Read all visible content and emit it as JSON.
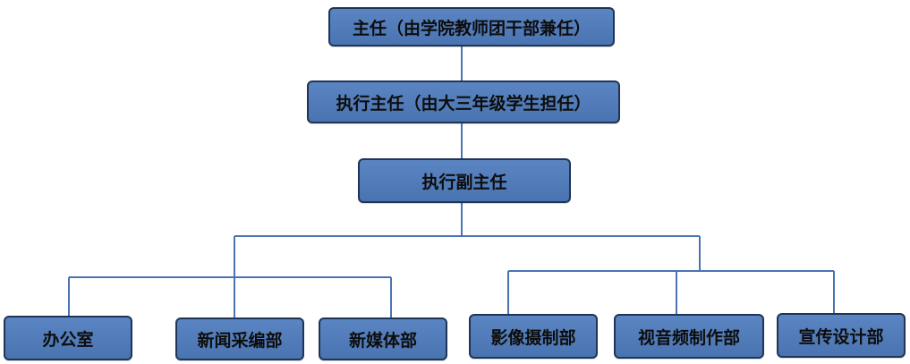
{
  "org_chart": {
    "director": "主任（由学院教师团干部兼任）",
    "executive_director": "执行主任（由大三年级学生担任）",
    "vice_director": "执行副主任",
    "departments_left": [
      "办公室",
      "新闻采编部",
      "新媒体部"
    ],
    "departments_right": [
      "影像摄制部",
      "视音频制作部",
      "宣传设计部"
    ]
  },
  "colors": {
    "node_fill": "#4f7bba",
    "node_border": "#1f3555",
    "connector": "#4a74b1"
  }
}
